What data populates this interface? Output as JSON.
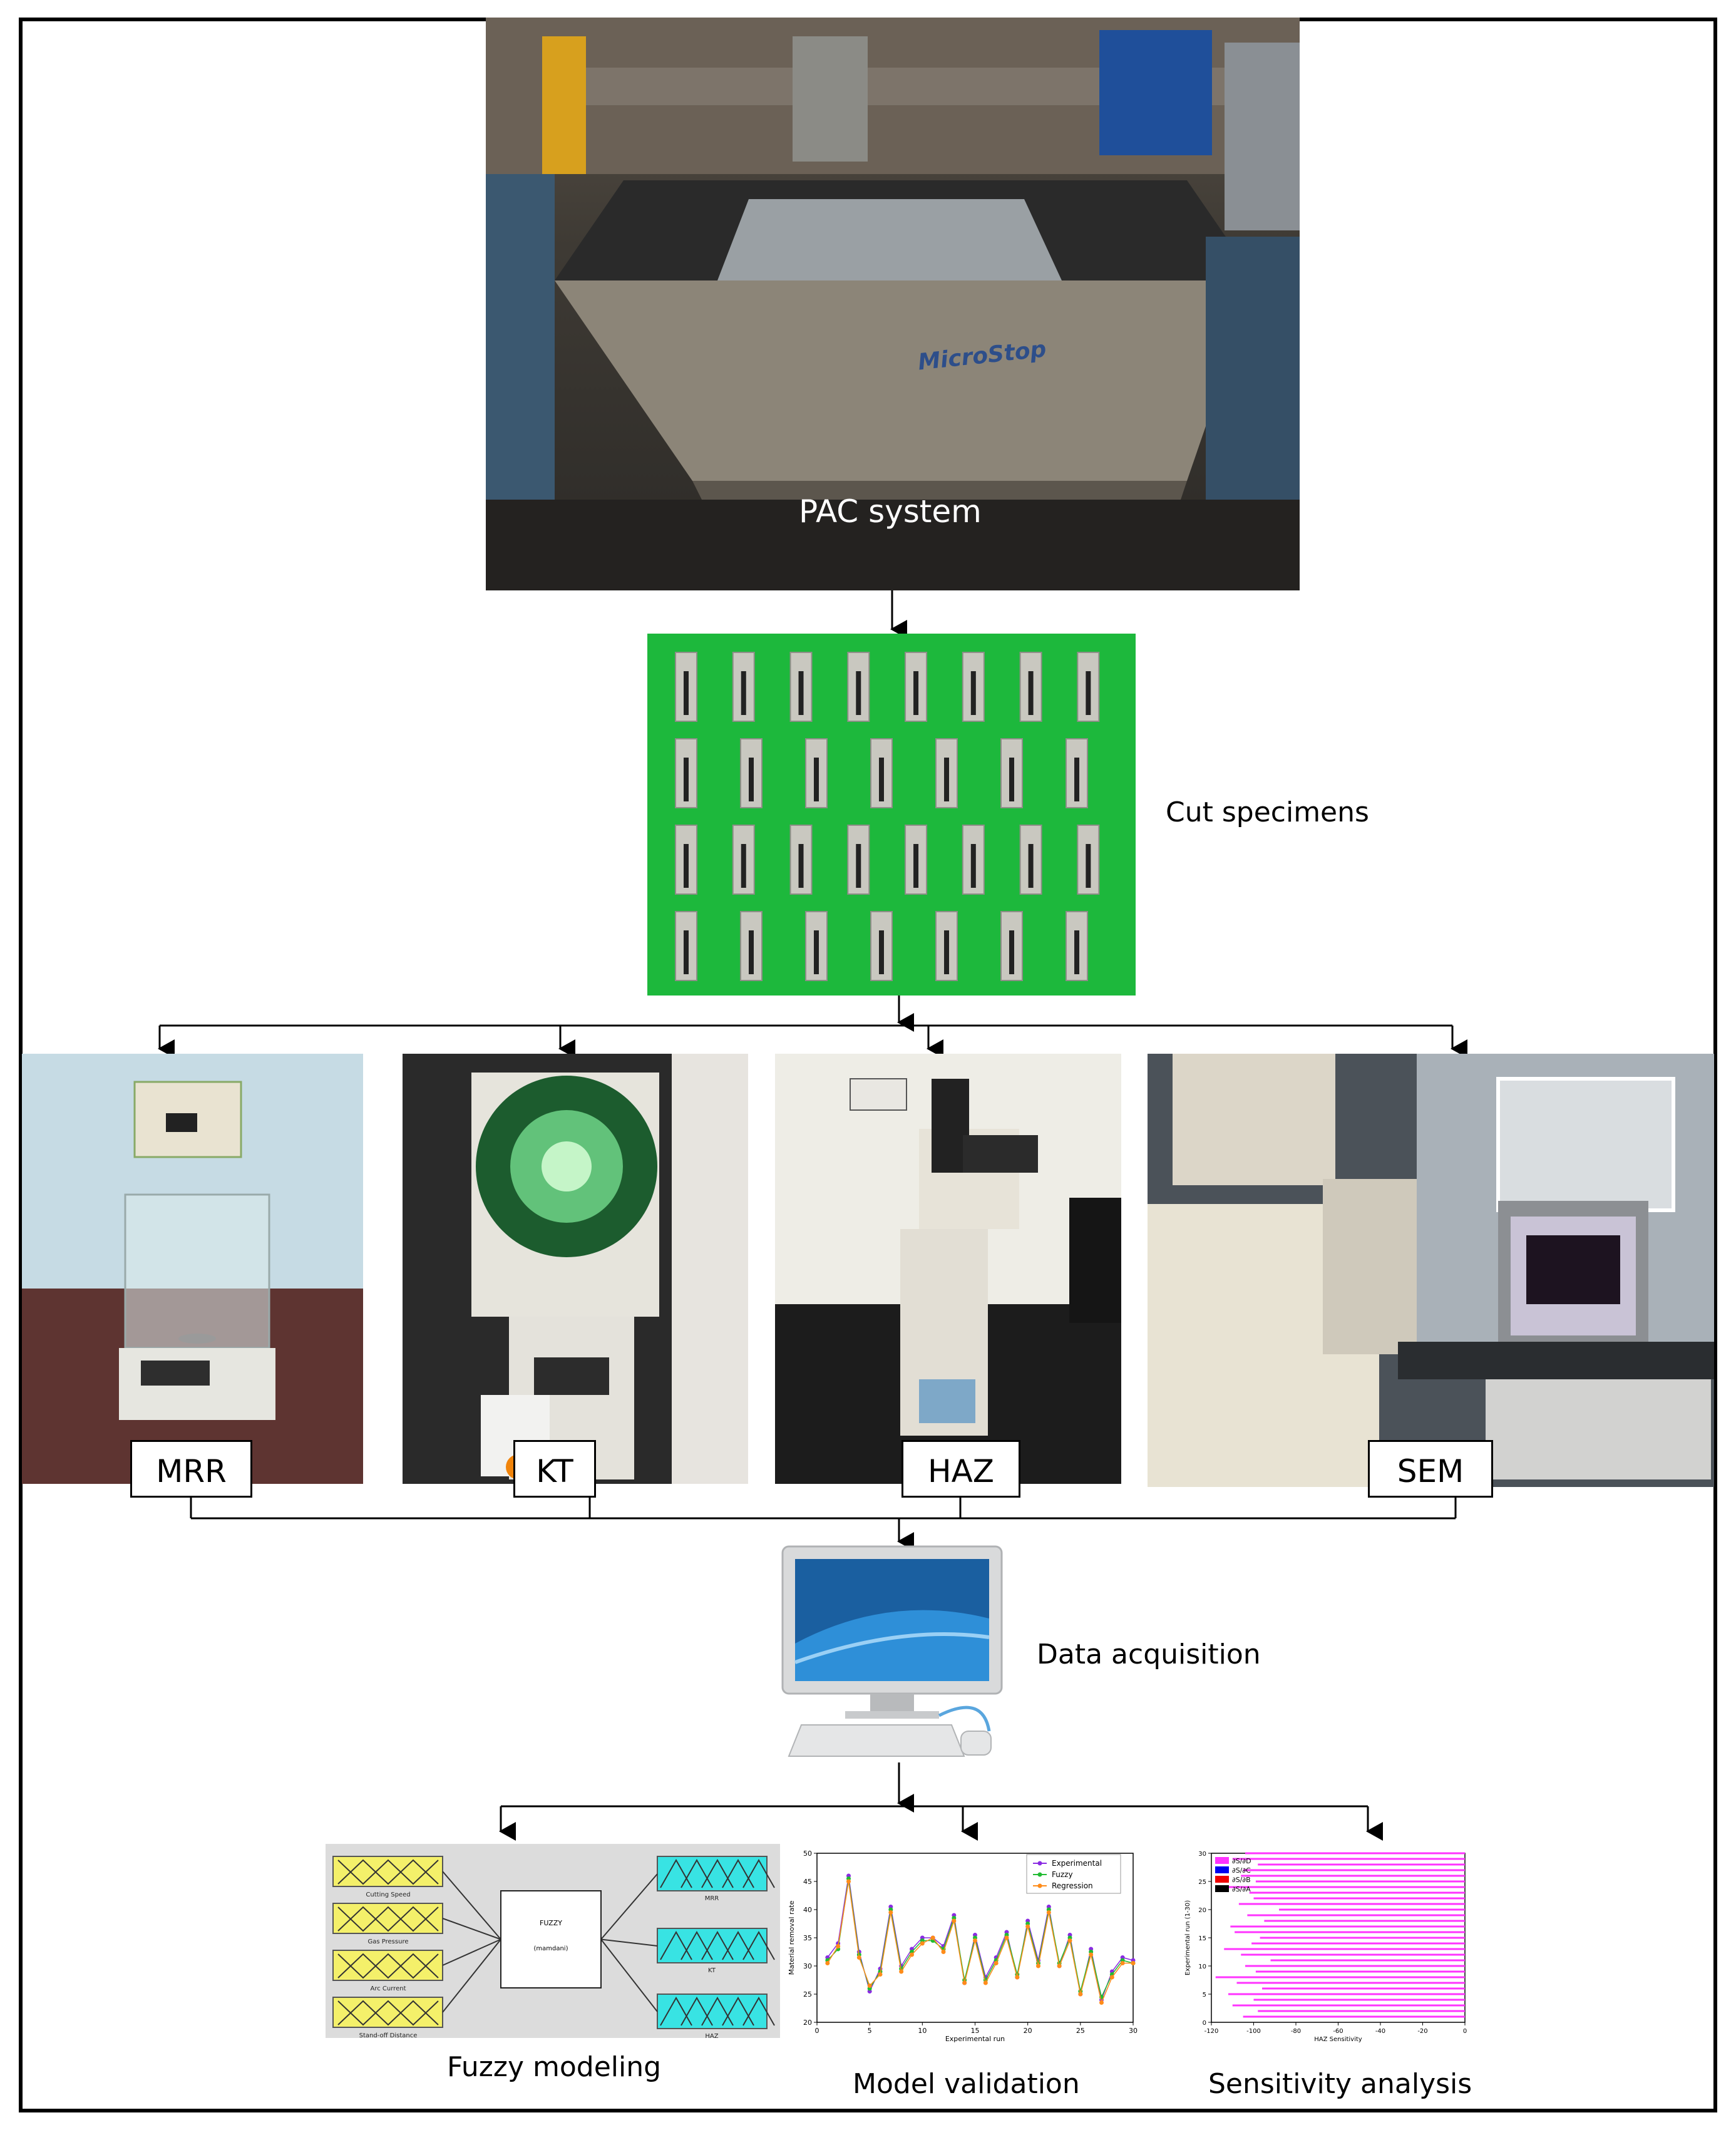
{
  "labels": {
    "pac": "PAC system",
    "specimens": "Cut specimens",
    "mrr": "MRR",
    "kt": "KT",
    "haz": "HAZ",
    "sem": "SEM",
    "data_acq": "Data acquisition",
    "fuzzy": "Fuzzy modeling",
    "validation": "Model validation",
    "sensitivity": "Sensitivity analysis",
    "brand": "MicroStop"
  },
  "fuzzy_panel": {
    "inputs": [
      "Cutting Speed",
      "Gas Pressure",
      "Arc Current",
      "Stand-off Distance"
    ],
    "outputs": [
      "MRR",
      "KT",
      "HAZ"
    ],
    "center_title": "FUZZY",
    "center_sub": "(mamdani)"
  },
  "colors": {
    "specimen_bg": "#1db83c",
    "fuzzy_input": "#f4f06a",
    "fuzzy_output": "#38e3e3",
    "experimental": "#8a2be2",
    "fuzzy": "#22bb33",
    "regression": "#ff8c1a"
  },
  "chart_data": [
    {
      "type": "line",
      "xlabel": "Experimental run",
      "ylabel": "Material removal rate",
      "xlim": [
        0,
        30
      ],
      "ylim": [
        20,
        50
      ],
      "xticks": [
        0,
        5,
        10,
        15,
        20,
        25,
        30
      ],
      "yticks": [
        20,
        25,
        30,
        35,
        40,
        45,
        50
      ],
      "legend_position": "top-right",
      "x": [
        1,
        2,
        3,
        4,
        5,
        6,
        7,
        8,
        9,
        10,
        11,
        12,
        13,
        14,
        15,
        16,
        17,
        18,
        19,
        20,
        21,
        22,
        23,
        24,
        25,
        26,
        27,
        28,
        29,
        30
      ],
      "series": [
        {
          "name": "Experimental",
          "values": [
            31.5,
            34,
            46,
            32.5,
            25.5,
            29.5,
            40.5,
            30,
            33,
            35,
            35,
            33.5,
            39,
            27,
            35.5,
            28,
            31.5,
            36,
            28,
            38,
            31,
            40.5,
            30,
            35.5,
            25,
            33,
            24,
            29,
            31.5,
            31
          ]
        },
        {
          "name": "Fuzzy",
          "values": [
            31,
            33,
            45.5,
            32,
            26,
            29,
            40,
            29.5,
            32.5,
            34.5,
            34.5,
            33,
            38.5,
            27.5,
            35,
            27.5,
            31,
            35.5,
            28.5,
            37.5,
            30.5,
            40,
            30.5,
            35,
            25.5,
            32.5,
            24.5,
            28.5,
            31,
            30.5
          ]
        },
        {
          "name": "Regression",
          "values": [
            30.5,
            33.5,
            45,
            31.5,
            26.5,
            28.5,
            39.5,
            29,
            32,
            34,
            35,
            32.5,
            38,
            27,
            34.5,
            27,
            30.5,
            35,
            28,
            37,
            30,
            39.5,
            30,
            34.5,
            25,
            32,
            23.5,
            28,
            30.5,
            30.5
          ]
        }
      ]
    },
    {
      "type": "bar",
      "orientation": "horizontal",
      "xlabel": "HAZ Sensitivity",
      "ylabel": "Experimental run (1-30)",
      "xlim": [
        -120,
        0
      ],
      "ylim": [
        0,
        30
      ],
      "xticks": [
        -120,
        -100,
        -80,
        -60,
        -40,
        -20,
        0
      ],
      "yticks": [
        0,
        5,
        10,
        15,
        20,
        25,
        30
      ],
      "legend_position": "top-left",
      "series": [
        {
          "name": "∂S/∂D",
          "values": [
            -105,
            -98,
            -110,
            -100,
            -112,
            -96,
            -108,
            -118,
            -99,
            -104,
            -92,
            -106,
            -114,
            -101,
            -97,
            -109,
            -111,
            -95,
            -103,
            -88,
            -107,
            -100,
            -102,
            -115,
            -99,
            -106,
            -105,
            -98,
            -110,
            -104
          ]
        },
        {
          "name": "∂S/∂C",
          "values": []
        },
        {
          "name": "∂S/∂B",
          "values": []
        },
        {
          "name": "∂S/∂A",
          "values": []
        }
      ]
    }
  ]
}
